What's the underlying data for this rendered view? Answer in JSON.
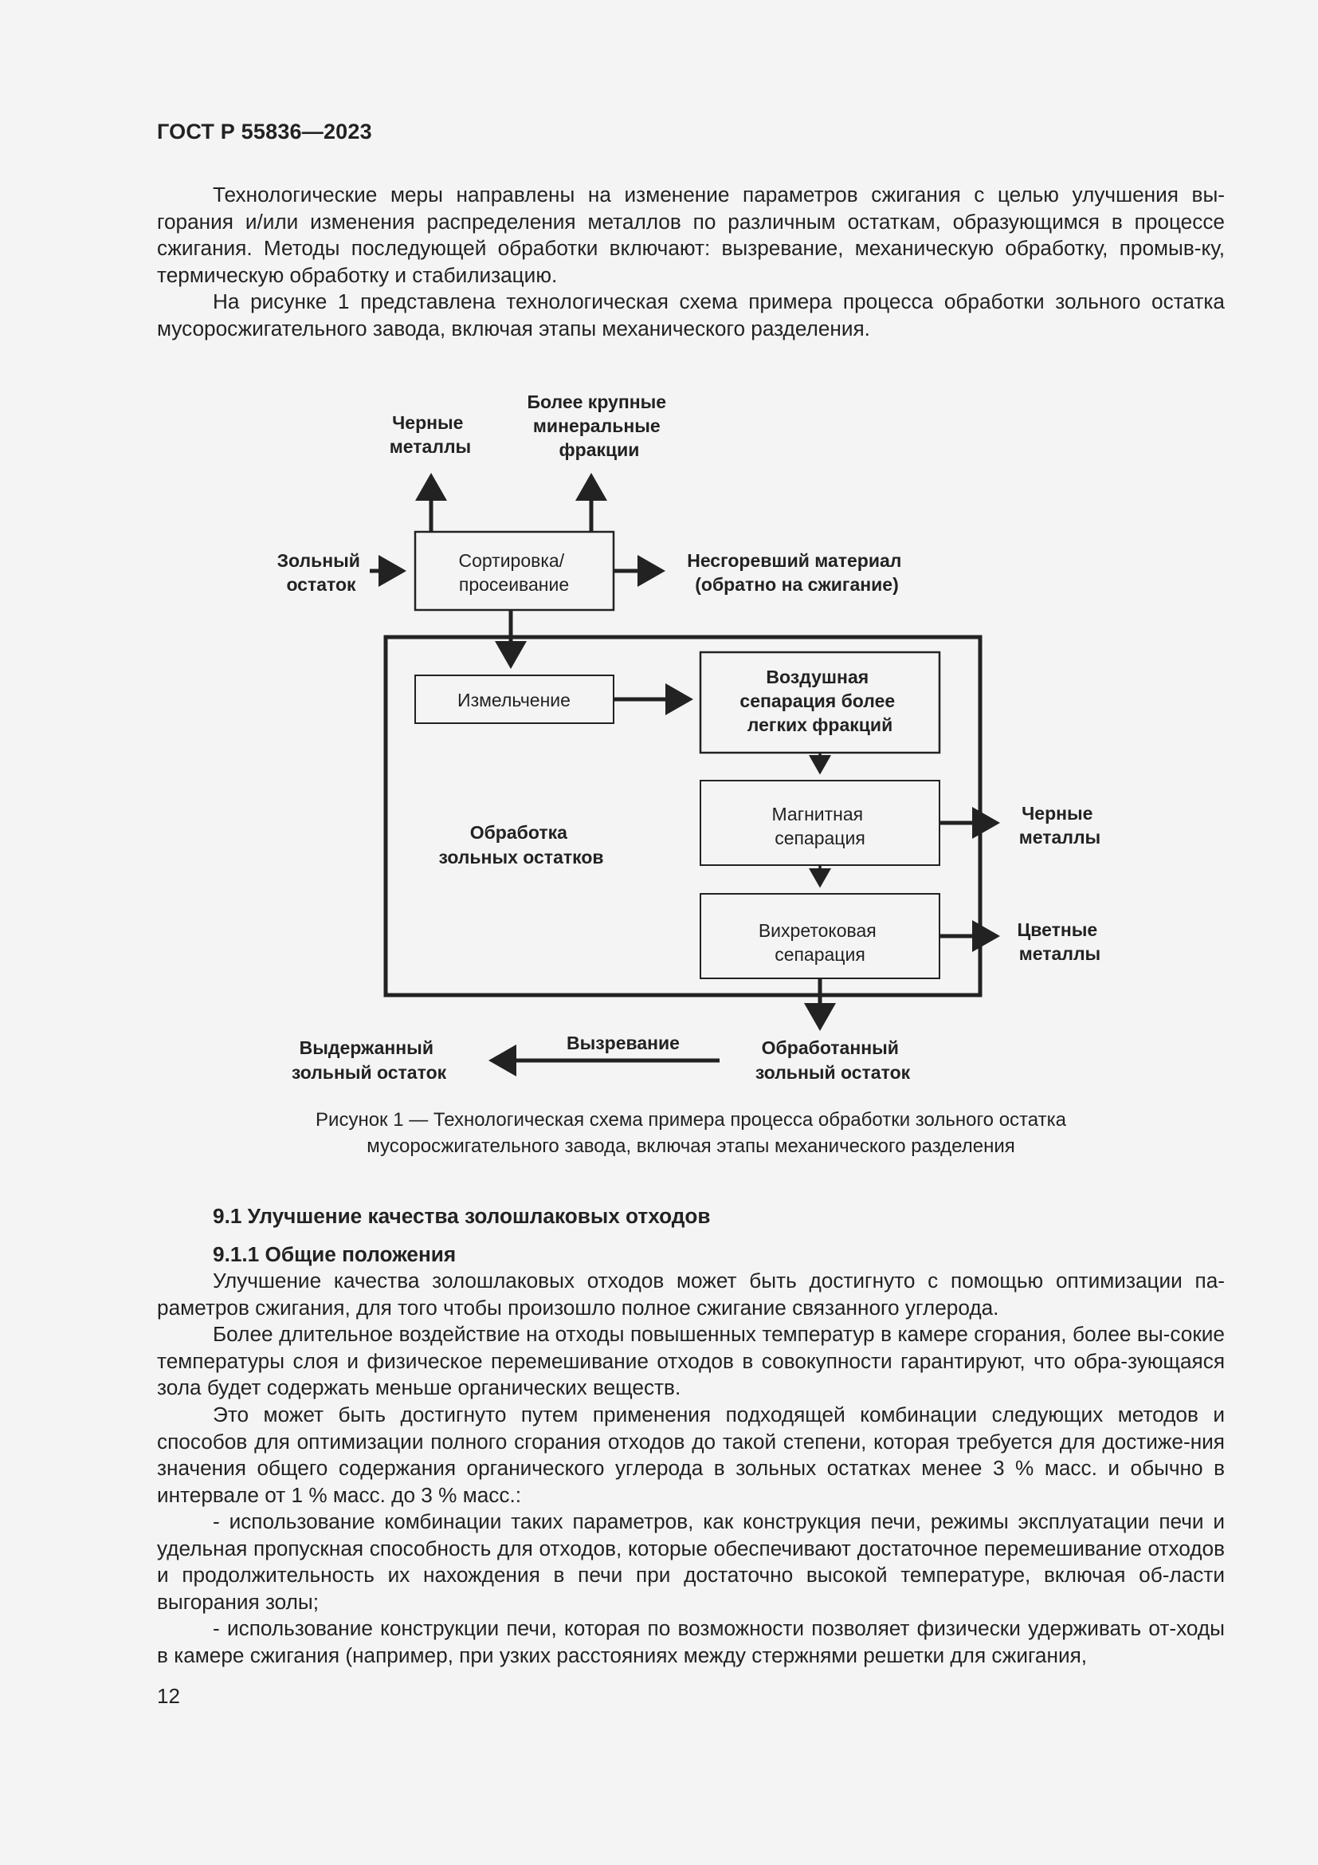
{
  "header": "ГОСТ Р 55836—2023",
  "intro_paragraphs": [
    "Технологические меры направлены на изменение параметров сжигания с целью улучшения вы-горания и/или изменения распределения металлов по различным остаткам, образующимся в процессе сжигания. Методы последующей обработки включают: вызревание, механическую обработку, промыв-ку, термическую обработку и стабилизацию.",
    "На рисунке 1 представлена технологическая схема примера процесса обработки зольного остатка мусоросжигательного завода, включая этапы механического разделения."
  ],
  "diagram": {
    "black_metals_top": [
      "Черные",
      "металлы"
    ],
    "coarse_fractions": [
      "Более крупные",
      "минеральные",
      "фракции"
    ],
    "ash_input": [
      "Зольный",
      "остаток"
    ],
    "sorting": [
      "Сортировка/",
      "просеивание"
    ],
    "unburnt": [
      "Несгоревший материал",
      "(обратно на сжигание)"
    ],
    "grinding": [
      "Измельчение"
    ],
    "air_separation": [
      "Воздушная",
      "сепарация более",
      "легких фракций"
    ],
    "treatment_label": [
      "Обработка",
      "зольных остатков"
    ],
    "magnetic": [
      "Магнитная",
      "сепарация"
    ],
    "black_metals_right": [
      "Черные",
      "металлы"
    ],
    "eddy_current": [
      "Вихретоковая",
      "сепарация"
    ],
    "nonferrous_metals": [
      "Цветные",
      "металлы"
    ],
    "treated_ash": [
      "Обработанный",
      "зольный остаток"
    ],
    "maturation": [
      "Вызревание"
    ],
    "matured_ash": [
      "Выдержанный",
      "зольный остаток"
    ]
  },
  "caption": [
    "Рисунок 1 — Технологическая схема примера процесса обработки зольного остатка",
    "мусоросжигательного завода, включая этапы механического разделения"
  ],
  "section_heading": "9.1 Улучшение качества золошлаковых отходов",
  "subsection_heading": "9.1.1 Общие положения",
  "body_paragraphs": [
    "Улучшение качества золошлаковых отходов может быть достигнуто с помощью оптимизации па-раметров сжигания, для того чтобы произошло полное сжигание связанного углерода.",
    "Более длительное воздействие на отходы повышенных температур в камере сгорания, более вы-сокие температуры слоя и физическое перемешивание отходов в совокупности гарантируют, что обра-зующаяся зола будет содержать меньше органических веществ.",
    "Это может быть достигнуто путем применения подходящей комбинации следующих методов и способов для оптимизации полного сгорания отходов до такой степени, которая требуется для достиже-ния значения общего содержания органического углерода в зольных остатках менее 3 % масс. и обычно в интервале от 1 % масс. до 3 % масс.:",
    "-  использование комбинации таких параметров, как конструкция печи, режимы эксплуатации печи и удельная пропускная способность для отходов, которые обеспечивают достаточное перемешивание отходов и продолжительность их нахождения в печи при достаточно высокой температуре, включая об-ласти выгорания золы;",
    "-  использование конструкции печи, которая по возможности позволяет физически удерживать от-ходы в камере сжигания (например, при узких расстояниях между стержнями решетки для сжигания,"
  ],
  "page_number": "12"
}
